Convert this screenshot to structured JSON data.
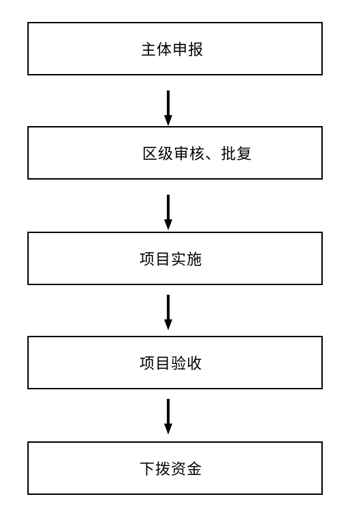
{
  "flowchart": {
    "steps": [
      {
        "label": "主体申报"
      },
      {
        "label": "区级审核、批复"
      },
      {
        "label": "项目实施"
      },
      {
        "label": "项目验收"
      },
      {
        "label": "下拨资金"
      }
    ]
  },
  "colors": {
    "line": "#000000",
    "background": "#ffffff"
  }
}
